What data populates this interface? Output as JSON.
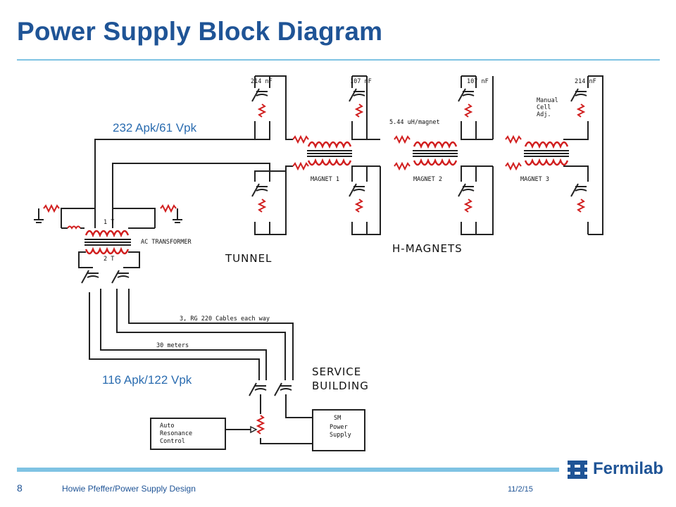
{
  "slide": {
    "title": "Power Supply Block Diagram",
    "page_number": "8",
    "footer_text": "Howie Pfeffer/Power Supply Design",
    "date": "11/2/15",
    "logo_text": "Fermilab"
  },
  "callouts": {
    "top_current": "232 Apk/61 Vpk",
    "bottom_current": "116 Apk/122 Vpk"
  },
  "diagram": {
    "capacitors": [
      "214 nF",
      "107 nF",
      "107 nF",
      "214 nF"
    ],
    "inductance": "5.44 uH/magnet",
    "manual_adj": [
      "Manual",
      "Cell",
      "Adj."
    ],
    "magnets": [
      "MAGNET 1",
      "MAGNET 2",
      "MAGNET 3"
    ],
    "transformer_top": "1 T",
    "transformer_bottom": "2 T",
    "ac_transformer": "AC TRANSFORMER",
    "tunnel": "TUNNEL",
    "h_magnets": "H-MAGNETS",
    "cables": "3, RG 220 Cables each way",
    "distance": "30 meters",
    "service_building": [
      "SERVICE",
      "BUILDING"
    ],
    "power_supply": [
      "SM",
      "Power",
      "Supply"
    ],
    "auto_resonance": [
      "Auto",
      "Resonance",
      "Control"
    ]
  },
  "colors": {
    "title": "#1f5496",
    "rule": "#7fc3e3",
    "callout": "#2a6cb0",
    "coil": "#d11f1f"
  }
}
